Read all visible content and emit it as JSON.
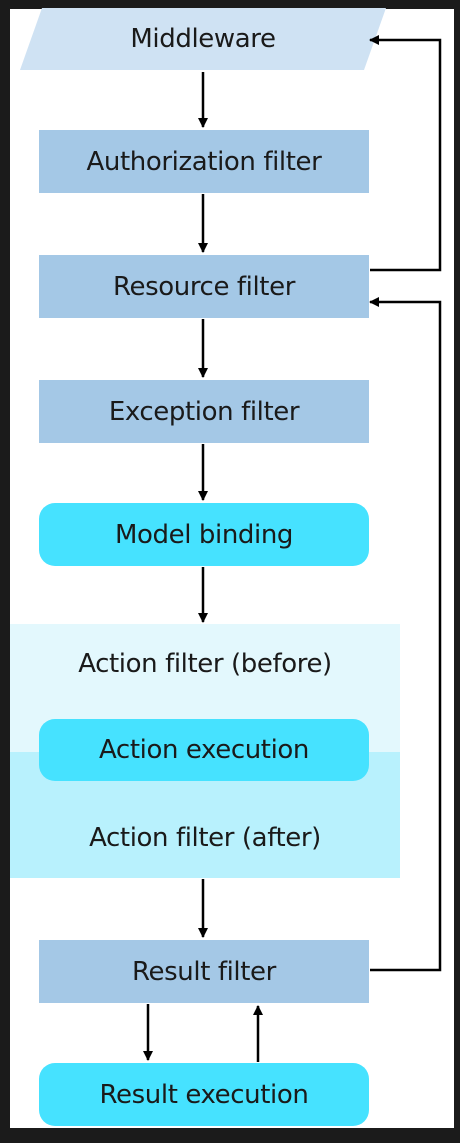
{
  "diagram": {
    "middleware": "Middleware",
    "authorization_filter": "Authorization filter",
    "resource_filter": "Resource filter",
    "exception_filter": "Exception filter",
    "model_binding": "Model binding",
    "action_filter_before": "Action filter (before)",
    "action_execution": "Action execution",
    "action_filter_after": "Action filter (after)",
    "result_filter": "Result filter",
    "result_execution": "Result execution"
  },
  "colors": {
    "filter_box": "#a4c8e6",
    "execution_step": "#46e2ff",
    "middleware_shape": "#cfe2f3",
    "action_filter_band_top": "#e3f8fd",
    "action_filter_band_bottom": "#b8f1fd",
    "arrow": "#000000",
    "outer_border": "#1b1b1b"
  }
}
